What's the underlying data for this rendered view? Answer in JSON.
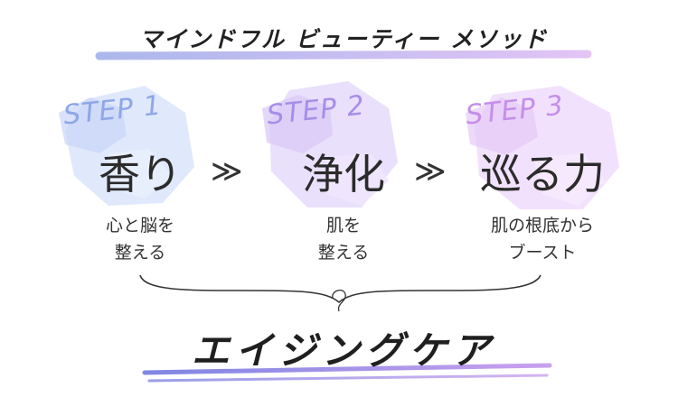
{
  "title": "マインドフル ビューティー メソッド",
  "steps": [
    {
      "label": "STEP 1",
      "main": "香り",
      "desc_line1": "心と脳を",
      "desc_line2": "整える",
      "color": "#8fa6e8"
    },
    {
      "label": "STEP 2",
      "main": "浄化",
      "desc_line1": "肌を",
      "desc_line2": "整える",
      "color": "#a58ee8"
    },
    {
      "label": "STEP 3",
      "main": "巡る力",
      "desc_line1": "肌の根底から",
      "desc_line2": "ブースト",
      "color": "#c58ee8"
    }
  ],
  "chevron": "≫",
  "bottom_title": "エイジングケア",
  "colors": {
    "blob1": "#dbe4fb",
    "blob2": "#e7dcfb",
    "blob3": "#f0dcfb",
    "underline_start": "#8fa0e6",
    "underline_end": "#d7a8ef"
  }
}
